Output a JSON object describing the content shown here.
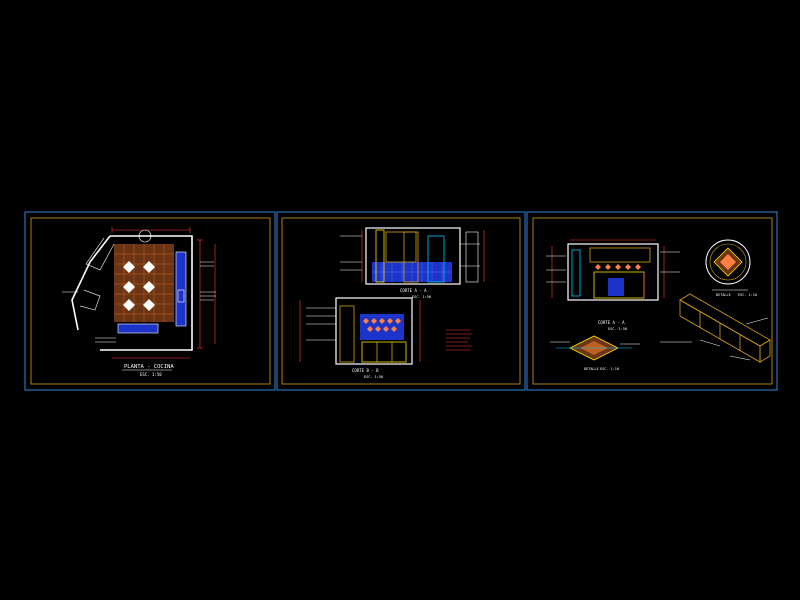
{
  "colors": {
    "background": "#000000",
    "sheet_border": "#2a6fb4",
    "frame": "#d4a017",
    "wall": "#ffffff",
    "tile": "#6b3515",
    "tile_line": "#c06020",
    "dimension": "#ff3b30",
    "blue_fill": "#1c34c9",
    "cyan": "#00c8ff",
    "yellow": "#ffe000",
    "magenta": "#ff40ff"
  },
  "sheets": [
    {
      "name": "sheet-1",
      "views": [
        {
          "id": "planta-cocina",
          "caption": "PLANTA - COCINA",
          "scale": "ESC. 1:50"
        }
      ]
    },
    {
      "name": "sheet-2",
      "views": [
        {
          "id": "corte-a-a-sheet2",
          "caption": "CORTE A - A",
          "scale": "ESC. 1:50"
        },
        {
          "id": "corte-b-b",
          "caption": "CORTE B - B",
          "scale": "ESC. 1:50"
        }
      ]
    },
    {
      "name": "sheet-3",
      "views": [
        {
          "id": "corte-a-a-sheet3",
          "caption": "CORTE A - A",
          "scale": "ESC. 1:50"
        },
        {
          "id": "detalle-ladrillo",
          "caption": "DETALLE",
          "scale": "ESC. 1:10"
        },
        {
          "id": "detalle-circular",
          "caption": "DETALLE",
          "scale": "ESC. 1:10"
        }
      ]
    }
  ]
}
